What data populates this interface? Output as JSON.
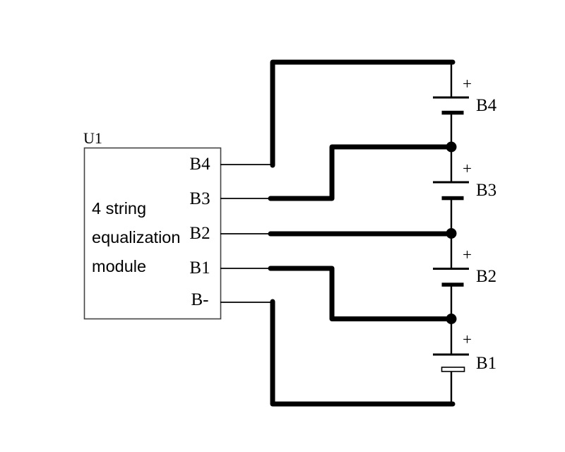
{
  "diagram": {
    "type": "circuit-schematic",
    "description": "4 string battery equalization module connected to a series string of four battery cells"
  },
  "colors": {
    "background": "#ffffff",
    "wire": "#000000",
    "module_border": "#444444",
    "text": "#000000"
  },
  "module": {
    "designator": "U1",
    "description_lines": [
      "4 string",
      "equalization",
      "module"
    ],
    "pins": [
      {
        "label": "B4"
      },
      {
        "label": "B3"
      },
      {
        "label": "B2"
      },
      {
        "label": "B1"
      },
      {
        "label": "B-"
      }
    ]
  },
  "batteries": [
    {
      "label": "B4",
      "polarity": "+"
    },
    {
      "label": "B3",
      "polarity": "+"
    },
    {
      "label": "B2",
      "polarity": "+"
    },
    {
      "label": "B1",
      "polarity": "+"
    }
  ]
}
